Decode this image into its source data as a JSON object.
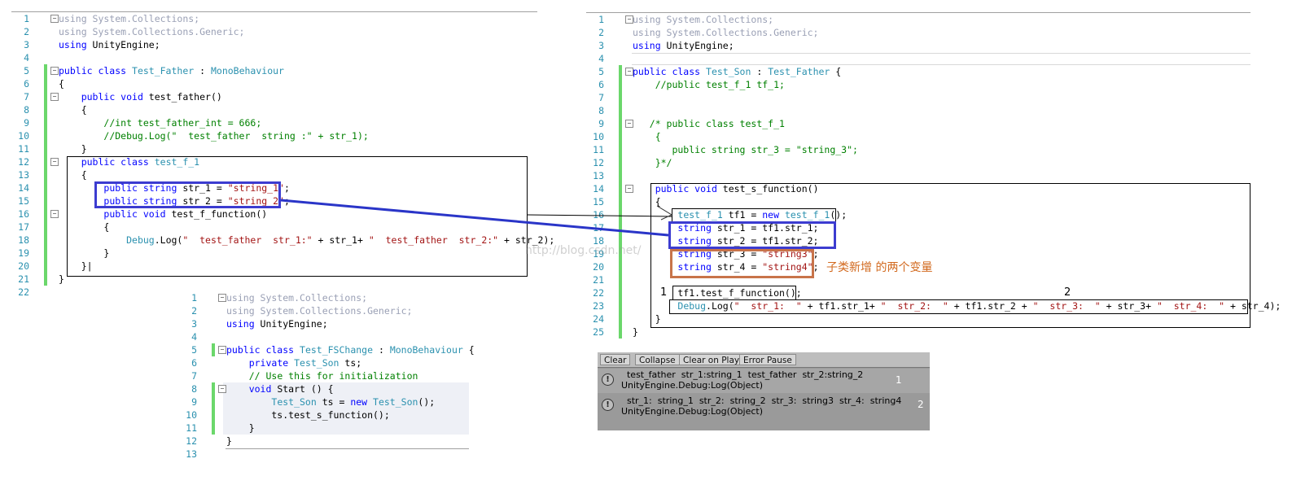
{
  "left_editor": {
    "lines": [
      {
        "n": "1",
        "t": [
          [
            "gr",
            "using System.Collections;"
          ]
        ]
      },
      {
        "n": "2",
        "t": [
          [
            "gr",
            "using System.Collections.Generic;"
          ]
        ]
      },
      {
        "n": "3",
        "t": [
          [
            "kw",
            "using"
          ],
          [
            "tx",
            " UnityEngine;"
          ]
        ]
      },
      {
        "n": "4",
        "t": []
      },
      {
        "n": "5",
        "t": [
          [
            "kw",
            "public class "
          ],
          [
            "ty",
            "Test_Father"
          ],
          [
            "tx",
            " : "
          ],
          [
            "ty",
            "MonoBehaviour"
          ]
        ]
      },
      {
        "n": "6",
        "t": [
          [
            "tx",
            "{"
          ]
        ]
      },
      {
        "n": "7",
        "t": [
          [
            "tx",
            "    "
          ],
          [
            "kw",
            "public void"
          ],
          [
            "tx",
            " test_father()"
          ]
        ]
      },
      {
        "n": "8",
        "t": [
          [
            "tx",
            "    {"
          ]
        ]
      },
      {
        "n": "9",
        "t": [
          [
            "tx",
            "        "
          ],
          [
            "cm",
            "//int test_father_int = 666;"
          ]
        ]
      },
      {
        "n": "10",
        "t": [
          [
            "tx",
            "        "
          ],
          [
            "cm",
            "//Debug.Log(\"  test_father  string :\" + str_1);"
          ]
        ]
      },
      {
        "n": "11",
        "t": [
          [
            "tx",
            "    }"
          ]
        ]
      },
      {
        "n": "12",
        "t": [
          [
            "tx",
            "    "
          ],
          [
            "kw",
            "public class "
          ],
          [
            "ty",
            "test_f_1"
          ]
        ]
      },
      {
        "n": "13",
        "t": [
          [
            "tx",
            "    {"
          ]
        ]
      },
      {
        "n": "14",
        "t": [
          [
            "tx",
            "        "
          ],
          [
            "kw",
            "public string"
          ],
          [
            "tx",
            " str_1 = "
          ],
          [
            "st",
            "\"string_1\""
          ],
          [
            "tx",
            ";"
          ]
        ]
      },
      {
        "n": "15",
        "t": [
          [
            "tx",
            "        "
          ],
          [
            "kw",
            "public string"
          ],
          [
            "tx",
            " str_2 = "
          ],
          [
            "st",
            "\"string_2\""
          ],
          [
            "tx",
            ";"
          ]
        ]
      },
      {
        "n": "16",
        "t": [
          [
            "tx",
            "        "
          ],
          [
            "kw",
            "public void"
          ],
          [
            "tx",
            " test_f_function()"
          ]
        ]
      },
      {
        "n": "17",
        "t": [
          [
            "tx",
            "        {"
          ]
        ]
      },
      {
        "n": "18",
        "t": [
          [
            "tx",
            "            "
          ],
          [
            "ty",
            "Debug"
          ],
          [
            "tx",
            ".Log("
          ],
          [
            "st",
            "\"  test_father  str_1:\""
          ],
          [
            "tx",
            " + str_1+ "
          ],
          [
            "st",
            "\"  test_father  str_2:\""
          ],
          [
            "tx",
            " + str_2);"
          ]
        ]
      },
      {
        "n": "19",
        "t": [
          [
            "tx",
            "        }"
          ]
        ]
      },
      {
        "n": "20",
        "t": [
          [
            "tx",
            "    }|"
          ]
        ]
      },
      {
        "n": "21",
        "t": [
          [
            "tx",
            "}"
          ]
        ]
      },
      {
        "n": "22",
        "t": []
      }
    ]
  },
  "bottom_editor": {
    "lines": [
      {
        "n": "1",
        "t": [
          [
            "gr",
            "using System.Collections;"
          ]
        ]
      },
      {
        "n": "2",
        "t": [
          [
            "gr",
            "using System.Collections.Generic;"
          ]
        ]
      },
      {
        "n": "3",
        "t": [
          [
            "kw",
            "using"
          ],
          [
            "tx",
            " UnityEngine;"
          ]
        ]
      },
      {
        "n": "4",
        "t": []
      },
      {
        "n": "5",
        "t": [
          [
            "kw",
            "public class "
          ],
          [
            "ty",
            "Test_FSChange"
          ],
          [
            "tx",
            " : "
          ],
          [
            "ty",
            "MonoBehaviour"
          ],
          [
            "tx",
            " {"
          ]
        ]
      },
      {
        "n": "6",
        "t": [
          [
            "tx",
            "    "
          ],
          [
            "kw",
            "private "
          ],
          [
            "ty",
            "Test_Son"
          ],
          [
            "tx",
            " ts;"
          ]
        ]
      },
      {
        "n": "7",
        "t": [
          [
            "tx",
            "    "
          ],
          [
            "cm",
            "// Use this for initialization"
          ]
        ]
      },
      {
        "n": "8",
        "t": [
          [
            "tx",
            "    "
          ],
          [
            "kw",
            "void"
          ],
          [
            "tx",
            " Start () {"
          ]
        ]
      },
      {
        "n": "9",
        "t": [
          [
            "tx",
            "        "
          ],
          [
            "ty",
            "Test_Son"
          ],
          [
            "tx",
            " ts = "
          ],
          [
            "kw",
            "new "
          ],
          [
            "ty",
            "Test_Son"
          ],
          [
            "tx",
            "();"
          ]
        ]
      },
      {
        "n": "10",
        "t": [
          [
            "tx",
            "        ts.test_s_function();"
          ]
        ]
      },
      {
        "n": "11",
        "t": [
          [
            "tx",
            "    }"
          ]
        ]
      },
      {
        "n": "12",
        "t": [
          [
            "tx",
            "}"
          ]
        ]
      },
      {
        "n": "13",
        "t": []
      }
    ]
  },
  "right_editor": {
    "lines": [
      {
        "n": "1",
        "t": [
          [
            "gr",
            "using System.Collections;"
          ]
        ]
      },
      {
        "n": "2",
        "t": [
          [
            "gr",
            "using System.Collections.Generic;"
          ]
        ]
      },
      {
        "n": "3",
        "t": [
          [
            "kw",
            "using"
          ],
          [
            "tx",
            " UnityEngine;"
          ]
        ]
      },
      {
        "n": "4",
        "t": []
      },
      {
        "n": "5",
        "t": [
          [
            "kw",
            "public class "
          ],
          [
            "ty",
            "Test_Son"
          ],
          [
            "tx",
            " : "
          ],
          [
            "ty",
            "Test_Father"
          ],
          [
            "tx",
            " {"
          ]
        ]
      },
      {
        "n": "6",
        "t": [
          [
            "tx",
            "    "
          ],
          [
            "cm",
            "//public test_f_1 tf_1;"
          ]
        ]
      },
      {
        "n": "7",
        "t": []
      },
      {
        "n": "8",
        "t": []
      },
      {
        "n": "9",
        "t": [
          [
            "tx",
            "   "
          ],
          [
            "cm",
            "/* public class test_f_1"
          ]
        ]
      },
      {
        "n": "10",
        "t": [
          [
            "cm",
            "    {"
          ]
        ]
      },
      {
        "n": "11",
        "t": [
          [
            "cm",
            "       public string str_3 = \"string_3\";"
          ]
        ]
      },
      {
        "n": "12",
        "t": [
          [
            "cm",
            "    }*/"
          ]
        ]
      },
      {
        "n": "13",
        "t": []
      },
      {
        "n": "14",
        "t": [
          [
            "tx",
            "    "
          ],
          [
            "kw",
            "public void"
          ],
          [
            "tx",
            " test_s_function()"
          ]
        ]
      },
      {
        "n": "15",
        "t": [
          [
            "tx",
            "    {"
          ]
        ]
      },
      {
        "n": "16",
        "t": [
          [
            "tx",
            "        "
          ],
          [
            "ty",
            "test_f_1"
          ],
          [
            "tx",
            " tf1 = "
          ],
          [
            "kw",
            "new "
          ],
          [
            "ty",
            "test_f_1"
          ],
          [
            "tx",
            "();"
          ]
        ]
      },
      {
        "n": "17",
        "t": [
          [
            "tx",
            "        "
          ],
          [
            "kw",
            "string"
          ],
          [
            "tx",
            " str_1 = tf1.str_1;"
          ]
        ]
      },
      {
        "n": "18",
        "t": [
          [
            "tx",
            "        "
          ],
          [
            "kw",
            "string"
          ],
          [
            "tx",
            " str_2 = tf1.str_2;"
          ]
        ]
      },
      {
        "n": "19",
        "t": [
          [
            "tx",
            "        "
          ],
          [
            "kw",
            "string"
          ],
          [
            "tx",
            " str_3 = "
          ],
          [
            "st",
            "\"string3\""
          ],
          [
            "tx",
            ";"
          ]
        ]
      },
      {
        "n": "20",
        "t": [
          [
            "tx",
            "        "
          ],
          [
            "kw",
            "string"
          ],
          [
            "tx",
            " str_4 = "
          ],
          [
            "st",
            "\"string4\""
          ],
          [
            "tx",
            ";"
          ]
        ]
      },
      {
        "n": "21",
        "t": []
      },
      {
        "n": "22",
        "t": [
          [
            "tx",
            "        tf1.test_f_function();"
          ]
        ]
      },
      {
        "n": "23",
        "t": [
          [
            "tx",
            "        "
          ],
          [
            "ty",
            "Debug"
          ],
          [
            "tx",
            ".Log("
          ],
          [
            "st",
            "\"  str_1:  \""
          ],
          [
            "tx",
            " + tf1.str_1+ "
          ],
          [
            "st",
            "\"  str_2:  \""
          ],
          [
            "tx",
            " + tf1.str_2 + "
          ],
          [
            "st",
            "\"  str_3:  \""
          ],
          [
            "tx",
            " + str_3+ "
          ],
          [
            "st",
            "\"  str_4:  \""
          ],
          [
            "tx",
            " + str_4);"
          ]
        ]
      },
      {
        "n": "24",
        "t": [
          [
            "tx",
            "    }"
          ]
        ]
      },
      {
        "n": "25",
        "t": [
          [
            "tx",
            "}"
          ]
        ]
      }
    ]
  },
  "annotations": {
    "new_vars_note": "子类新增 的两个变量",
    "call_num_1": "1",
    "call_num_2": "2",
    "watermark": "http://blog.csdn.net/"
  },
  "console": {
    "toolbar": {
      "clear": "Clear",
      "collapse": "Collapse",
      "clear_on_play": "Clear on Play",
      "error_pause": "Error Pause"
    },
    "logs": [
      {
        "line1": "  test_father  str_1:string_1  test_father  str_2:string_2",
        "line2": "UnityEngine.Debug:Log(Object)",
        "num": "1"
      },
      {
        "line1": "  str_1:  string_1  str_2:  string_2  str_3:  string3  str_4:  string4",
        "line2": "UnityEngine.Debug:Log(Object)",
        "num": "2"
      }
    ],
    "icon": "info-icon"
  },
  "colors": {
    "blue_box": "#3c3cd0",
    "black_box": "#000000",
    "orange_box": "#c8744a",
    "green_gutter": "#6bd76b",
    "note": "#d2691e"
  }
}
